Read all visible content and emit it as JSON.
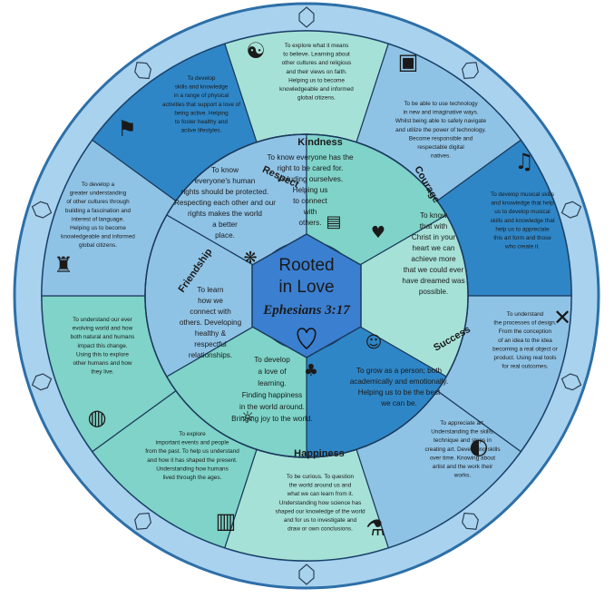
{
  "colors": {
    "outer_ring": "#a9d2ee",
    "outer_ring_stroke": "#2d6fa8",
    "dark_blue": "#2e86c7",
    "mid_blue": "#8fc3e6",
    "teal": "#7fd3c8",
    "light_teal": "#a6e1d7",
    "center": "#3b7fd0",
    "line": "#1b3a5c"
  },
  "center": {
    "line1": "Rooted",
    "line2": "in Love",
    "verse": "Ephesians 3:17",
    "icon": "heart-icon"
  },
  "values": [
    {
      "label": "Kindness",
      "lines": [
        "To know everyone has the",
        "right to be cared for.",
        "Including ourselves.",
        "Helping us",
        "to connect",
        "with",
        "others."
      ],
      "icon": "hands-heart-icon"
    },
    {
      "label": "Courage",
      "lines": [
        "To know",
        "that with",
        "Christ in your",
        "heart we can",
        "achieve more",
        "that we could ever",
        "have dreamed was",
        "possible."
      ],
      "icon": "people-icon"
    },
    {
      "label": "Success",
      "lines": [
        "To grow as a person; both",
        "academically and emotionally.",
        "Helping us to be the best",
        "we can be."
      ],
      "icon": "tree-icon"
    },
    {
      "label": "Happiness",
      "lines": [
        "To develop",
        "a love of",
        "learning.",
        "Finding happiness",
        "in the world around.",
        "Bringing joy to the world."
      ],
      "icon": "smile-icon"
    },
    {
      "label": "Friendship",
      "lines": [
        "To learn",
        "how we",
        "connect with",
        "others. Developing",
        "healthy &",
        "respectful",
        "relationships."
      ],
      "icon": "friends-icon"
    },
    {
      "label": "Respect",
      "lines": [
        "To know",
        "everyone's human",
        "rights should be protected.",
        "Respecting each other and our",
        "rights makes the world",
        "a better",
        "place."
      ],
      "icon": "book-icon"
    }
  ],
  "subjects": [
    {
      "name": "re",
      "icon": "faith-symbols-icon",
      "lines": [
        "To explore what it means",
        "to believe. Learning about",
        "other cultures and religious",
        "and their views on faith.",
        "Helping us to become",
        "knowledgeable and informed",
        "global citizens."
      ]
    },
    {
      "name": "computing",
      "icon": "computer-icon",
      "lines": [
        "To be able to use technology",
        "in new and imaginative ways.",
        "Whilst being able to safely navigate",
        "and utilize the power of technology.",
        "Become responsible and",
        "respectable digital",
        "natives."
      ]
    },
    {
      "name": "music",
      "icon": "music-notes-icon",
      "lines": [
        "To develop musical skills",
        "and knowledge that help",
        "us to develop musical",
        "skills and knowledge that",
        "help us to appreciate",
        "this art form and those",
        "who create it."
      ]
    },
    {
      "name": "dt",
      "icon": "tools-icon",
      "lines": [
        "To understand",
        "the processes of design.",
        "From the conception",
        "of an idea to the idea",
        "becoming a real object or",
        "product. Using real tools",
        "for real outcomes."
      ]
    },
    {
      "name": "art",
      "icon": "palette-icon",
      "lines": [
        "To appreciate art.",
        "Understanding the skills,",
        "technique and steps in",
        "creating art. Developing skills",
        "over time. Knowing about",
        "artist and the work their",
        "works."
      ]
    },
    {
      "name": "science",
      "icon": "flask-icon",
      "lines": [
        "To be curious. To question",
        "the world around us and",
        "what we can learn from it.",
        "Understanding how science has",
        "shaped our knowledge of the world",
        "and for us to investigate and",
        "draw or own conclusions."
      ]
    },
    {
      "name": "history",
      "icon": "temple-icon",
      "lines": [
        "To explore",
        "important events and people",
        "from the past. To help us understand",
        "and how it has shaped the present.",
        "Understanding how humans",
        "lived through the ages."
      ]
    },
    {
      "name": "geography",
      "icon": "globe-icon",
      "lines": [
        "To understand our ever",
        "evolving world and how",
        "both natural and humans",
        "impact this change.",
        "Using this to explore",
        "other humans and how",
        "they live."
      ]
    },
    {
      "name": "languages",
      "icon": "eiffel-tower-icon",
      "lines": [
        "To develop a",
        "greater understanding",
        "of other cultures through",
        "building a fascination and",
        "interest of language.",
        "Helping us to become",
        "knowledgeable and informed",
        "global citizens."
      ]
    },
    {
      "name": "pe",
      "icon": "gymnast-icon",
      "lines": [
        "To develop",
        "skills and knowledge",
        "in a range of physical",
        "activities that support a love of",
        "being active. Helping",
        "to foster healthy and",
        "active lifestyles."
      ]
    }
  ]
}
